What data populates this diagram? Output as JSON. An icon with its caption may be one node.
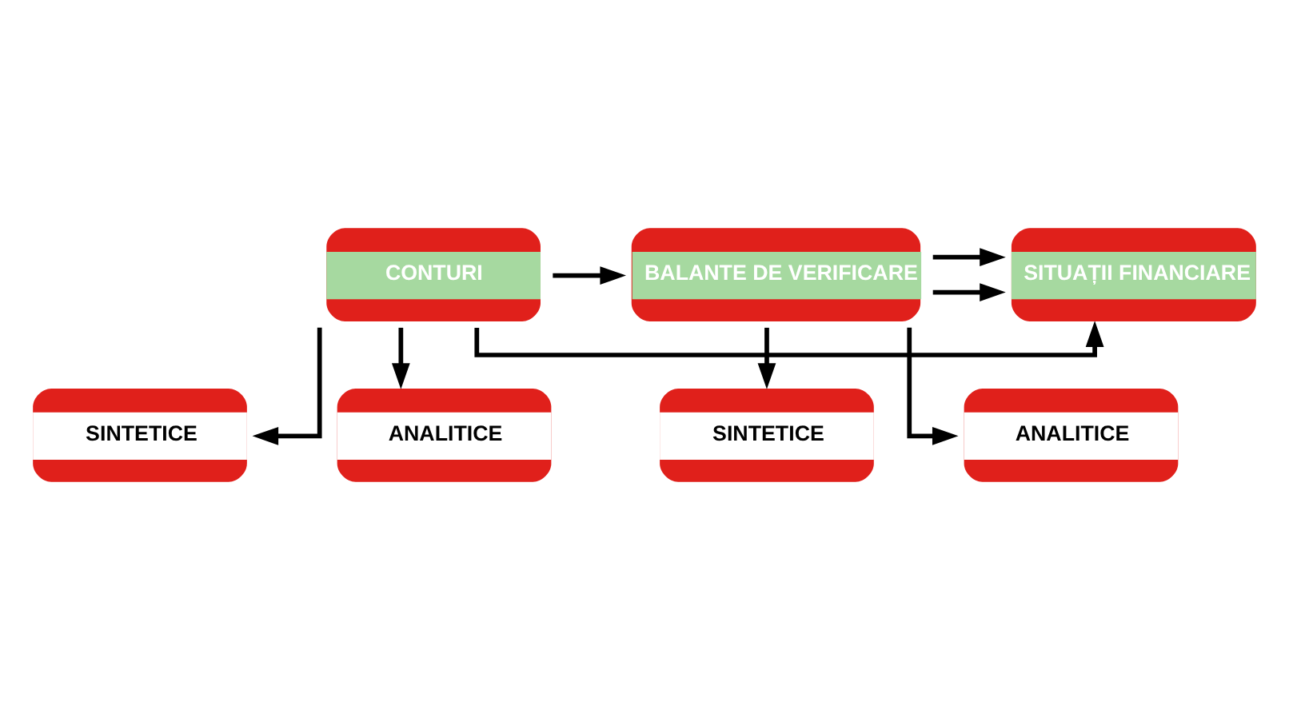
{
  "diagram": {
    "nodes": [
      {
        "text": [
          "CONTURI"
        ]
      },
      {
        "text": [
          "BALANTE DE VERIFICARE"
        ]
      },
      {
        "text": [
          "SITUAȚII FINANCIARE"
        ]
      },
      {
        "text": [
          "SINTETICE"
        ]
      },
      {
        "text": [
          "ANALITICE"
        ]
      },
      {
        "text": [
          "SINTETICE"
        ]
      },
      {
        "text": [
          "ANALITICE"
        ]
      }
    ],
    "edges": [
      {
        "from": 0,
        "to": 1,
        "arrow": "to"
      },
      {
        "from": 1,
        "to": 2,
        "arrow": "to"
      },
      {
        "from": 0,
        "to": 3,
        "arrow": "to"
      },
      {
        "from": 0,
        "to": 4,
        "arrow": "to"
      },
      {
        "from": 1,
        "to": 5,
        "arrow": "to"
      },
      {
        "from": 1,
        "to": 6,
        "arrow": "to"
      },
      {
        "from": 0,
        "to": 2,
        "arrow": "to"
      },
      {
        "from": 1,
        "to": 2,
        "arrow": "to"
      }
    ]
  }
}
